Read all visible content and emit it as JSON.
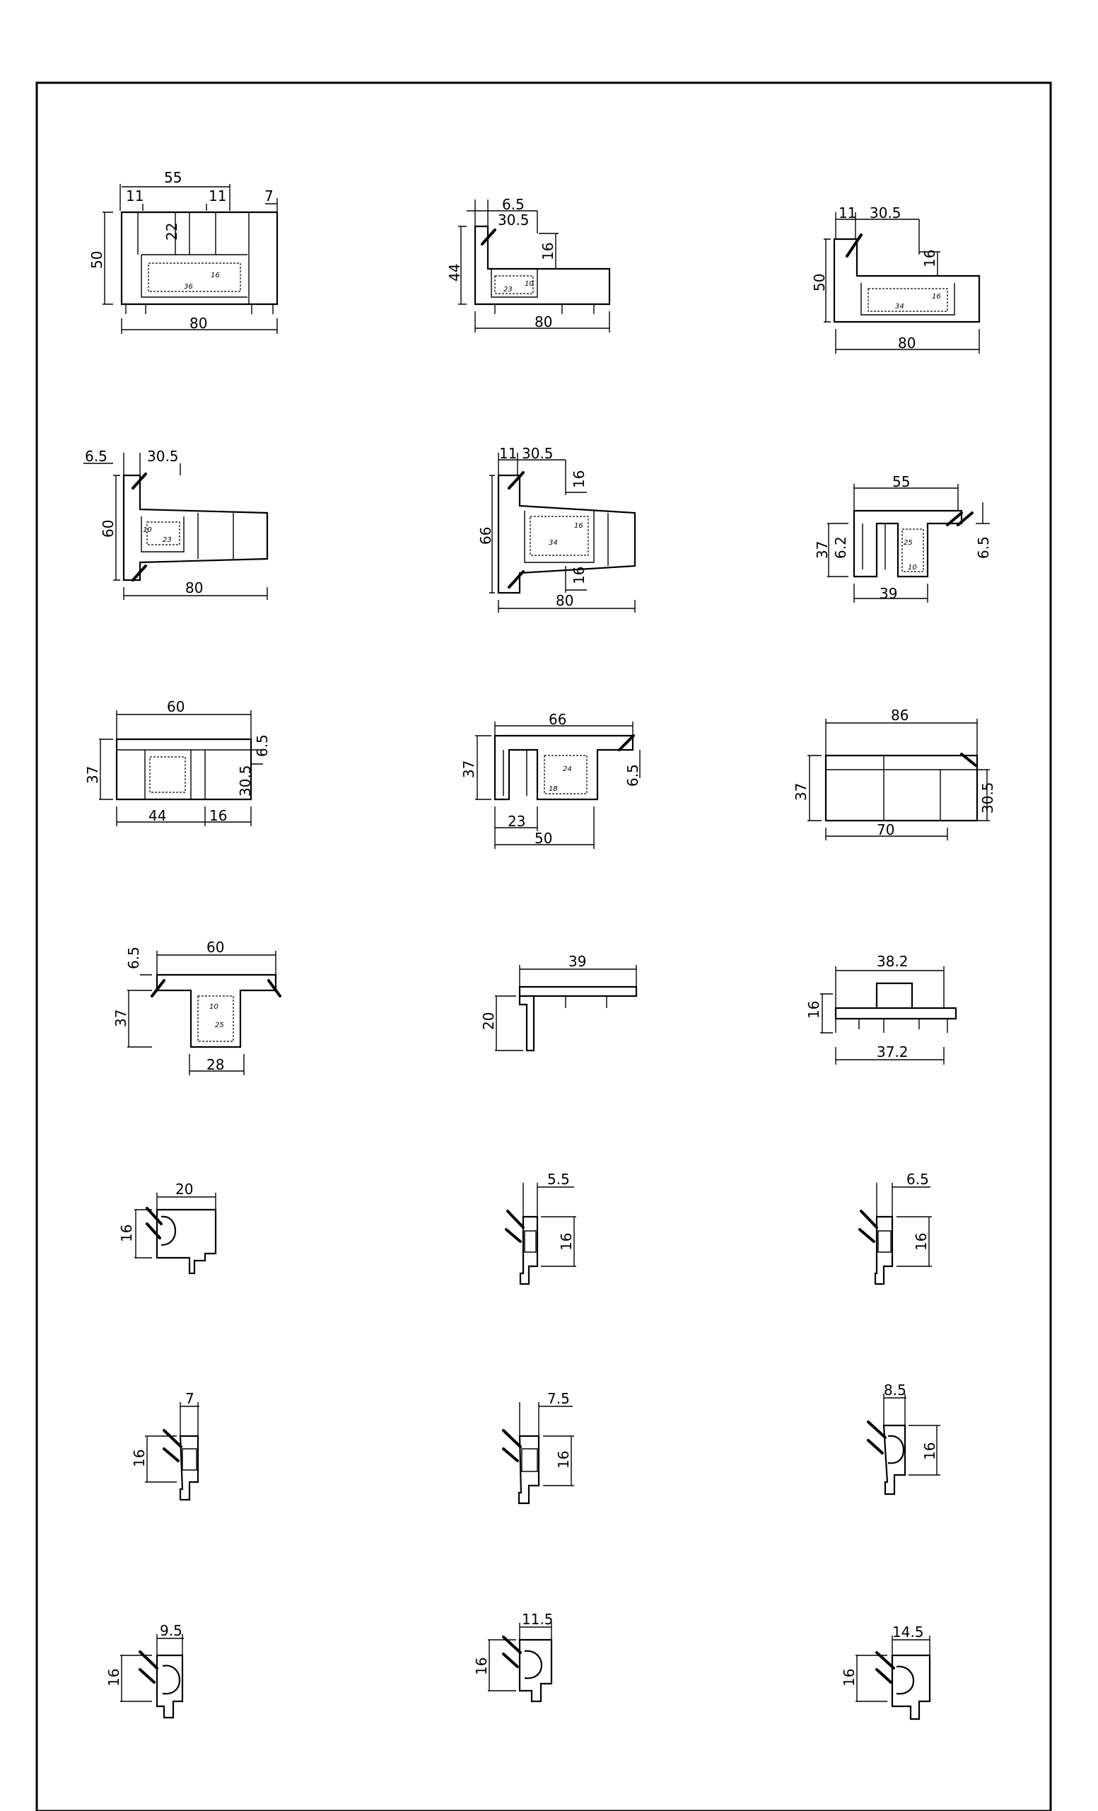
{
  "profiles": [
    {
      "id": "p1",
      "dims": [
        "55",
        "11",
        "11",
        "7",
        "22",
        "50",
        "80"
      ],
      "inner": [
        "16",
        "36"
      ]
    },
    {
      "id": "p2",
      "dims": [
        "6.5",
        "30.5",
        "16",
        "44",
        "80"
      ],
      "inner": [
        "23",
        "10"
      ]
    },
    {
      "id": "p3",
      "dims": [
        "11",
        "30.5",
        "16",
        "50",
        "80"
      ],
      "inner": [
        "16",
        "34"
      ]
    },
    {
      "id": "p4",
      "dims": [
        "6.5",
        "30.5",
        "60",
        "80"
      ],
      "inner": [
        "10",
        "23"
      ]
    },
    {
      "id": "p5",
      "dims": [
        "11",
        "30.5",
        "16",
        "66",
        "16",
        "80"
      ],
      "inner": [
        "16",
        "34"
      ]
    },
    {
      "id": "p6",
      "dims": [
        "55",
        "37",
        "6.2",
        "6.5",
        "39"
      ],
      "inner": [
        "25",
        "10"
      ]
    },
    {
      "id": "p7",
      "dims": [
        "60",
        "6.5",
        "37",
        "30.5",
        "44",
        "16"
      ],
      "inner": []
    },
    {
      "id": "p8",
      "dims": [
        "66",
        "37",
        "6.5",
        "23",
        "50"
      ],
      "inner": [
        "24",
        "18"
      ]
    },
    {
      "id": "p9",
      "dims": [
        "86",
        "37",
        "30.5",
        "70"
      ],
      "inner": []
    },
    {
      "id": "p10",
      "dims": [
        "6.5",
        "60",
        "37",
        "28"
      ],
      "inner": [
        "10",
        "25"
      ]
    },
    {
      "id": "p11",
      "dims": [
        "39",
        "20"
      ],
      "inner": []
    },
    {
      "id": "p12",
      "dims": [
        "38.2",
        "16",
        "37.2"
      ],
      "inner": []
    },
    {
      "id": "p13",
      "dims": [
        "20",
        "16"
      ],
      "inner": []
    },
    {
      "id": "p14",
      "dims": [
        "5.5",
        "16"
      ],
      "inner": []
    },
    {
      "id": "p15",
      "dims": [
        "6.5",
        "16"
      ],
      "inner": []
    },
    {
      "id": "p16",
      "dims": [
        "7",
        "16"
      ],
      "inner": []
    },
    {
      "id": "p17",
      "dims": [
        "7.5",
        "16"
      ],
      "inner": []
    },
    {
      "id": "p18",
      "dims": [
        "8.5",
        "16"
      ],
      "inner": []
    },
    {
      "id": "p19",
      "dims": [
        "9.5",
        "16"
      ],
      "inner": []
    },
    {
      "id": "p20",
      "dims": [
        "11.5",
        "16"
      ],
      "inner": []
    },
    {
      "id": "p21",
      "dims": [
        "14.5",
        "16"
      ],
      "inner": []
    }
  ]
}
